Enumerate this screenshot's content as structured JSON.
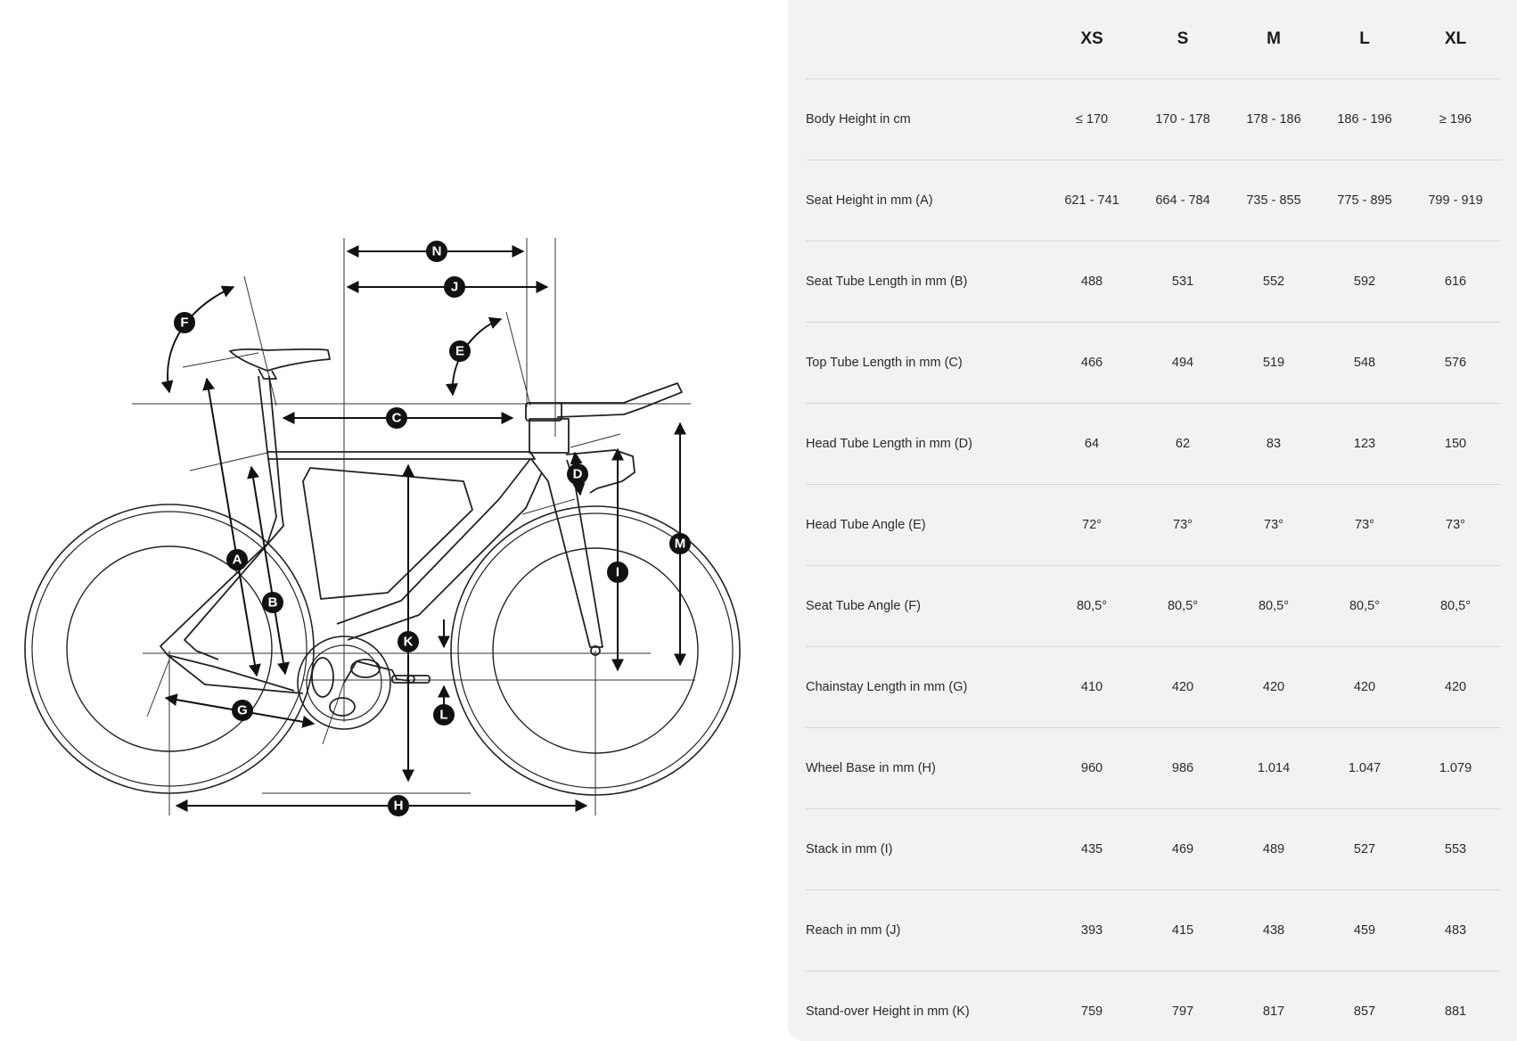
{
  "diagram": {
    "markers": [
      "A",
      "B",
      "C",
      "D",
      "E",
      "F",
      "G",
      "H",
      "I",
      "J",
      "K",
      "L",
      "M",
      "N"
    ]
  },
  "geometry_table": {
    "sizes": [
      "XS",
      "S",
      "M",
      "L",
      "XL"
    ],
    "rows": [
      {
        "label": "Body Height in cm",
        "values": [
          "≤ 170",
          "170 - 178",
          "178 - 186",
          "186 - 196",
          "≥ 196"
        ]
      },
      {
        "label": "Seat Height in mm (A)",
        "values": [
          "621 - 741",
          "664 - 784",
          "735 - 855",
          "775 - 895",
          "799 - 919"
        ]
      },
      {
        "label": "Seat Tube Length in mm (B)",
        "values": [
          "488",
          "531",
          "552",
          "592",
          "616"
        ]
      },
      {
        "label": "Top Tube Length in mm (C)",
        "values": [
          "466",
          "494",
          "519",
          "548",
          "576"
        ]
      },
      {
        "label": "Head Tube Length in mm (D)",
        "values": [
          "64",
          "62",
          "83",
          "123",
          "150"
        ]
      },
      {
        "label": "Head Tube Angle (E)",
        "values": [
          "72°",
          "73°",
          "73°",
          "73°",
          "73°"
        ]
      },
      {
        "label": "Seat Tube Angle (F)",
        "values": [
          "80,5°",
          "80,5°",
          "80,5°",
          "80,5°",
          "80,5°"
        ]
      },
      {
        "label": "Chainstay Length in mm (G)",
        "values": [
          "410",
          "420",
          "420",
          "420",
          "420"
        ]
      },
      {
        "label": "Wheel Base in mm (H)",
        "values": [
          "960",
          "986",
          "1.014",
          "1.047",
          "1.079"
        ]
      },
      {
        "label": "Stack in mm (I)",
        "values": [
          "435",
          "469",
          "489",
          "527",
          "553"
        ]
      },
      {
        "label": "Reach in mm (J)",
        "values": [
          "393",
          "415",
          "438",
          "459",
          "483"
        ]
      },
      {
        "label": "Stand-over Height in mm (K)",
        "values": [
          "759",
          "797",
          "817",
          "857",
          "881"
        ]
      }
    ]
  }
}
